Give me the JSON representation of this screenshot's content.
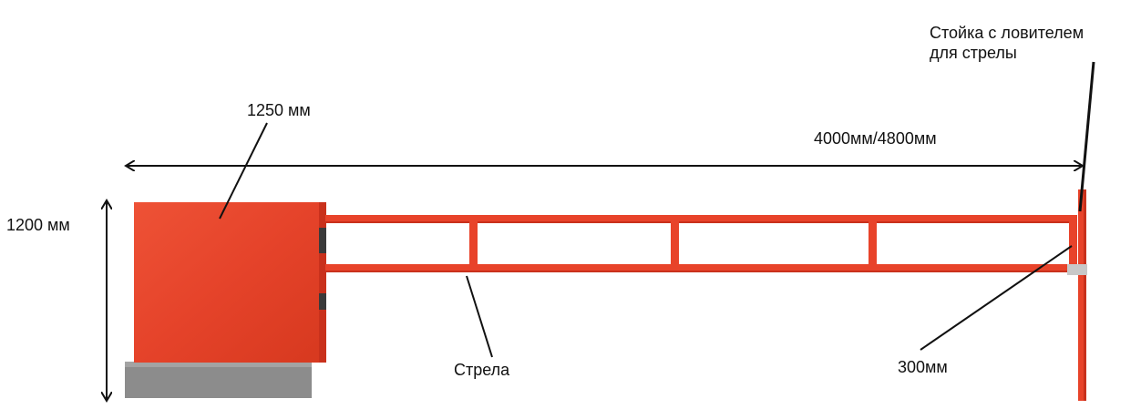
{
  "labels": {
    "post_catcher_line1": "Стойка с ловителем",
    "post_catcher_line2": "для стрелы",
    "cabinet_width": "1250 мм",
    "boom_length": "4000мм/4800мм",
    "cabinet_height": "1200 мм",
    "boom": "Стрела",
    "boom_gap": "300мм"
  },
  "colors": {
    "barrier_red": "#e8432a",
    "barrier_red_dark": "#c9311c",
    "base_gray": "#8c8c8c",
    "line": "#111111"
  }
}
